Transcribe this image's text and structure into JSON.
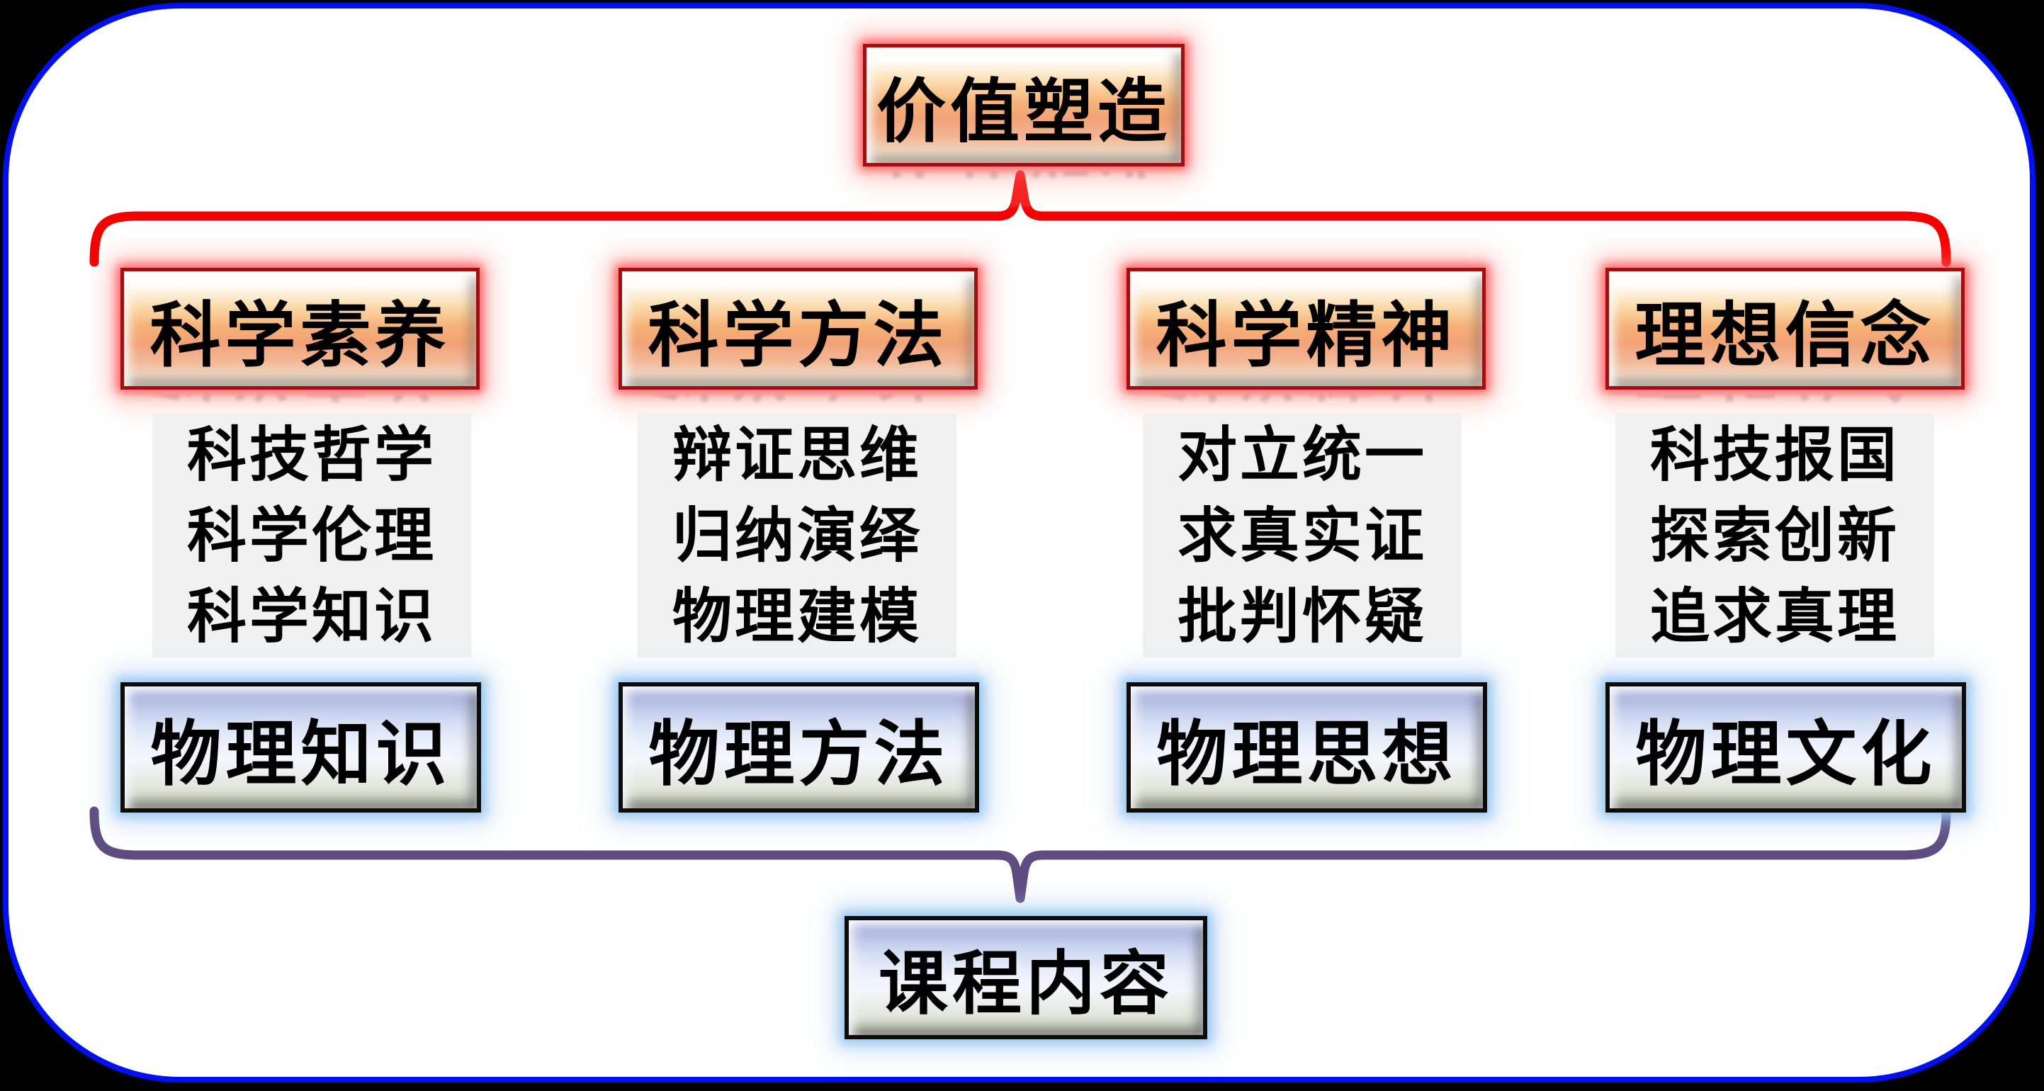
{
  "top_box": {
    "label": "价值塑造"
  },
  "bottom_box": {
    "label": "课程内容"
  },
  "columns": [
    {
      "header": "科学素养",
      "items": [
        "科技哲学",
        "科学伦理",
        "科学知识"
      ],
      "footer": "物理知识"
    },
    {
      "header": "科学方法",
      "items": [
        "辩证思维",
        "归纳演绎",
        "物理建模"
      ],
      "footer": "物理方法"
    },
    {
      "header": "科学精神",
      "items": [
        "对立统一",
        "求真实证",
        "批判怀疑"
      ],
      "footer": "物理思想"
    },
    {
      "header": "理想信念",
      "items": [
        "科技报国",
        "探索创新",
        "追求真理"
      ],
      "footer": "物理文化"
    }
  ],
  "colors": {
    "outer_background": "#000000",
    "frame_border": "#0010F0",
    "top_brace": "#F40000",
    "bottom_brace": "#5F4C80",
    "orange_box_border": "#A01010",
    "orange_box_mid": "#F6B277",
    "blue_box_border": "#0C0C0C",
    "blue_box_top": "#98A0D1",
    "panel_background": "#F1F1F1",
    "red_glow": "#FF5A5A",
    "blue_glow": "#9CC6F0",
    "text": "#000000"
  }
}
